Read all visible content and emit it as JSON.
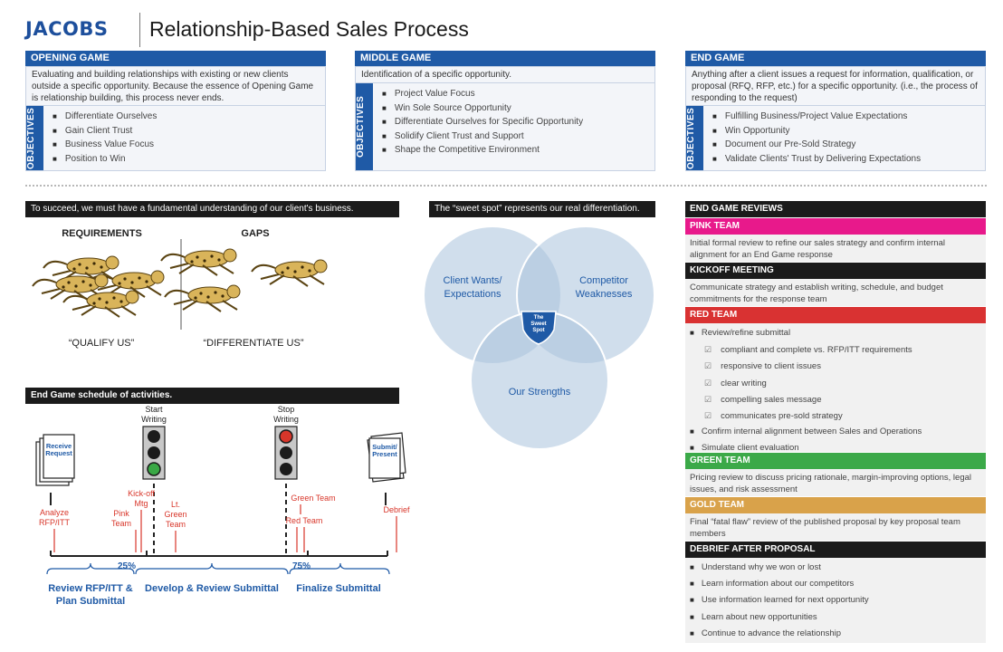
{
  "header": {
    "logo": "JACOBS",
    "title": "Relationship-Based Sales Process"
  },
  "phases": [
    {
      "title": "OPENING GAME",
      "description": "Evaluating and building relationships with existing or new clients outside a specific opportunity. Because the essence of Opening Game is relationship building, this process never ends.",
      "objectives_label": "OBJECTIVES",
      "objectives": [
        "Differentiate Ourselves",
        "Gain Client Trust",
        "Business Value Focus",
        "Position to Win"
      ]
    },
    {
      "title": "MIDDLE GAME",
      "description": "Identification of a specific opportunity.",
      "objectives_label": "OBJECTIVES",
      "objectives": [
        "Project Value Focus",
        "Win Sole Source Opportunity",
        "Differentiate Ourselves for Specific Opportunity",
        "Solidify Client Trust and Support",
        "Shape the Competitive Environment"
      ]
    },
    {
      "title": "END GAME",
      "description": "Anything after a client issues a request for information, qualification, or proposal (RFQ, RFP, etc.) for a specific opportunity. (i.e., the process of responding to the request)",
      "objectives_label": "OBJECTIVES",
      "objectives": [
        "Fulfilling Business/Project Value Expectations",
        "Win Opportunity",
        "Document our Pre-Sold Strategy",
        "Validate Clients' Trust by Delivering Expectations"
      ]
    }
  ],
  "understanding": {
    "bar": "To succeed, we must have a fundamental understanding of our client's business.",
    "left_label": "REQUIREMENTS",
    "right_label": "GAPS",
    "left_caption": "“QUALIFY US”",
    "right_caption": "“DIFFERENTIATE US”"
  },
  "venn": {
    "bar": "The “sweet spot” represents our real differentiation.",
    "circle_a_line1": "Client Wants/",
    "circle_a_line2": "Expectations",
    "circle_b_line1": "Competitor",
    "circle_b_line2": "Weaknesses",
    "circle_c": "Our Strengths",
    "center_line1": "The",
    "center_line2": "Sweet",
    "center_line3": "Spot",
    "colors": {
      "fill": "#a9c3dc",
      "stroke": "#ffffff",
      "shield": "#1f5aa6"
    }
  },
  "schedule": {
    "bar": "End Game schedule of activities.",
    "receive_line1": "Receive",
    "receive_line2": "Request",
    "submit_line1": "Submit/",
    "submit_line2": "Present",
    "start_line1": "Start",
    "start_line2": "Writing",
    "stop_line1": "Stop",
    "stop_line2": "Writing",
    "analyze_line1": "Analyze",
    "analyze_line2": "RFP/ITT",
    "kickoff_line1": "Kick-off",
    "kickoff_line2": "Mtg",
    "pink_line1": "Pink",
    "pink_line2": "Team",
    "ltgreen_line1": "Lt.",
    "ltgreen_line2": "Green",
    "ltgreen_line3": "Team",
    "green_team": "Green Team",
    "red_team": "Red Team",
    "debrief": "Debrief",
    "pct_25": "25%",
    "pct_75": "75%",
    "phase1_line1": "Review RFP/ITT &",
    "phase1_line2": "Plan Submittal",
    "phase2": "Develop & Review Submittal",
    "phase3": "Finalize Submittal",
    "colors": {
      "red": "#d8362a",
      "blue": "#1f5aa6",
      "light_on": "#39a845",
      "light_stop": "#d8362a"
    }
  },
  "reviews": {
    "title": "END GAME REVIEWS",
    "pink": {
      "title": "PINK TEAM",
      "color": "#e8198b",
      "text": "Initial formal review to refine our sales strategy and confirm internal alignment for an End Game response"
    },
    "kickoff": {
      "title": "KICKOFF MEETING",
      "color": "#1b1b1b",
      "text": "Communicate strategy and establish writing, schedule, and budget commitments for the response team"
    },
    "red": {
      "title": "RED TEAM",
      "color": "#d93232",
      "items": [
        {
          "kind": "b",
          "text": "Review/refine submittal"
        },
        {
          "kind": "c",
          "text": "compliant and complete vs. RFP/ITT requirements"
        },
        {
          "kind": "c",
          "text": "responsive to client issues"
        },
        {
          "kind": "c",
          "text": "clear writing"
        },
        {
          "kind": "c",
          "text": "compelling sales message"
        },
        {
          "kind": "c",
          "text": "communicates pre-sold strategy"
        },
        {
          "kind": "b",
          "text": "Confirm internal alignment between Sales and Operations"
        },
        {
          "kind": "b",
          "text": "Simulate client evaluation"
        }
      ]
    },
    "green": {
      "title": "GREEN TEAM",
      "color": "#3ba948",
      "text": "Pricing review to discuss pricing rationale, margin-improving options, legal issues, and risk assessment"
    },
    "gold": {
      "title": "GOLD TEAM",
      "color": "#d9a24a",
      "text": "Final “fatal flaw” review of the published proposal by key proposal team members"
    },
    "debrief": {
      "title": "DEBRIEF AFTER PROPOSAL",
      "color": "#1b1b1b",
      "items": [
        "Understand why we won or lost",
        "Learn information about our competitors",
        "Use information learned for next opportunity",
        "Learn about new opportunities",
        "Continue to advance the relationship"
      ]
    }
  }
}
